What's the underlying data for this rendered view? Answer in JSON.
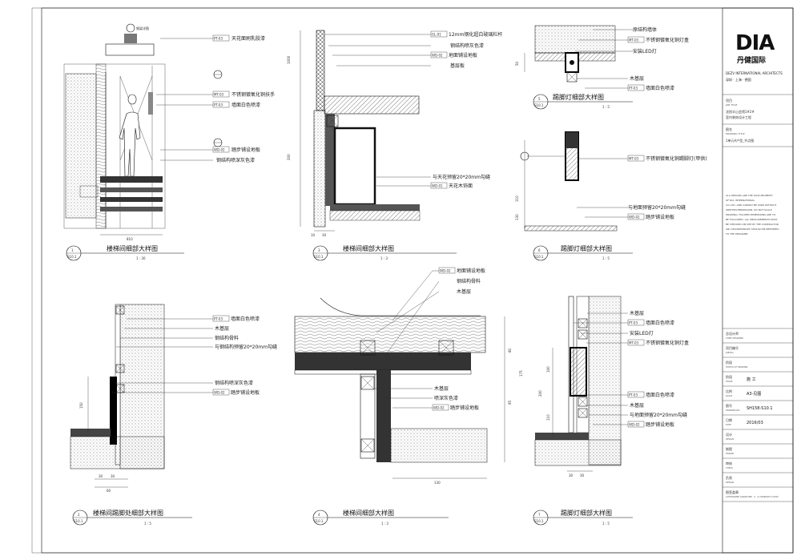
{
  "drawings": [
    {
      "num": "1",
      "sheet": "S10.1",
      "title": "楼梯间细部大样图",
      "scale": "1 : 30",
      "callouts": [
        {
          "tag": "PT-03",
          "text": "天花面刷乳胶漆"
        },
        {
          "tag": "MT-03",
          "text": "不锈钢镀氧化铜扶手"
        },
        {
          "tag": "PT-03",
          "text": "墙面白色喷漆"
        },
        {
          "tag": "WD-02",
          "text": "踏步铺设地板"
        },
        {
          "tag": "",
          "text": "钢结构喷深灰色漆"
        }
      ],
      "note": "钢梁详图",
      "dim": "810"
    },
    {
      "num": "3",
      "sheet": "S10.1",
      "title": "楼梯间细部大样图",
      "scale": "1 : 3",
      "callouts": [
        {
          "tag": "GL-01",
          "text": "12mm钢化超白玻璃栏杆"
        },
        {
          "tag": "",
          "text": "钢结构喷灰色漆"
        },
        {
          "tag": "WD-02",
          "text": "地面铺设地板"
        },
        {
          "tag": "",
          "text": "基层板"
        },
        {
          "tag": "",
          "text": "与天花预留20*20mm勾缝"
        },
        {
          "tag": "WD-01",
          "text": "天花木饰面"
        }
      ],
      "dims": [
        "1000",
        "200",
        "10",
        "30"
      ]
    },
    {
      "num": "5",
      "sheet": "S10.1",
      "title": "踢脚灯细部大样图",
      "scale": "1 : 5",
      "callouts": [
        {
          "tag": "",
          "text": "原结构墙体"
        },
        {
          "tag": "MT-03",
          "text": "不锈钢镀氧化铜灯盒"
        },
        {
          "tag": "",
          "text": "安装LED灯"
        },
        {
          "tag": "",
          "text": "木基层"
        },
        {
          "tag": "PT-03",
          "text": "墙面白色喷漆"
        }
      ],
      "dims": [
        "50"
      ]
    },
    {
      "num": "6",
      "sheet": "S10.1",
      "title": "踢脚灯细部大样图",
      "scale": "1 : 5",
      "callouts": [
        {
          "tag": "MT-03",
          "text": "不锈钢镀氧化铜踢脚灯(甲供)"
        },
        {
          "tag": "",
          "text": "与地面预留20*20mm勾缝"
        },
        {
          "tag": "WD-02",
          "text": "踏步铺设地板"
        }
      ],
      "dims": [
        "110",
        "130"
      ]
    },
    {
      "num": "2",
      "sheet": "S10.1",
      "title": "楼梯间踢脚处细部大样图",
      "scale": "1 : 5",
      "callouts": [
        {
          "tag": "PT-03",
          "text": "墙面白色喷漆"
        },
        {
          "tag": "",
          "text": "木基层"
        },
        {
          "tag": "",
          "text": "钢结构骨料"
        },
        {
          "tag": "",
          "text": "与钢结构预留20*20mm勾缝"
        },
        {
          "tag": "",
          "text": "钢结构喷深灰色漆"
        },
        {
          "tag": "WD-02",
          "text": "踏步铺设地板"
        }
      ],
      "dims": [
        "150",
        "30",
        "30",
        "60"
      ]
    },
    {
      "num": "4",
      "sheet": "S10.1",
      "title": "楼梯间细部大样图",
      "scale": "1 : 3",
      "callouts": [
        {
          "tag": "WD-02",
          "text": "地面铺设地板"
        },
        {
          "tag": "",
          "text": "钢结构骨料"
        },
        {
          "tag": "",
          "text": "木基层"
        },
        {
          "tag": "",
          "text": "木基层"
        },
        {
          "tag": "",
          "text": "喷深灰色漆"
        },
        {
          "tag": "WD-02",
          "text": "踏步铺设地板"
        }
      ],
      "dims": [
        "80",
        "175",
        "95",
        "130"
      ]
    },
    {
      "num": "7",
      "sheet": "S10.1",
      "title": "踢脚灯细部大样图",
      "scale": "1 : 5",
      "callouts": [
        {
          "tag": "",
          "text": "木基层"
        },
        {
          "tag": "PT-03",
          "text": "墙面白色喷漆"
        },
        {
          "tag": "",
          "text": "安装LED灯"
        },
        {
          "tag": "MT-03",
          "text": "不锈钢镀氧化铜灯盒"
        },
        {
          "tag": "PT-03",
          "text": "墙面白色喷漆"
        },
        {
          "tag": "",
          "text": "木基层"
        },
        {
          "tag": "",
          "text": "与地面预留20*20mm勾缝"
        },
        {
          "tag": "WD-02",
          "text": "踏步铺设地板"
        }
      ],
      "dims": [
        "100",
        "200",
        "110",
        "30",
        "30"
      ]
    }
  ],
  "title_block": {
    "logo": "DIA",
    "logo_sub": "丹健国际",
    "firm": "DEZV INTERNATIONAL ARCHITECTS",
    "cities": "深圳 · 上海 · 德国",
    "project_label": "项目",
    "project_label_en": "JOB TITLE",
    "project_1": "沈阳半山会馆1#2#",
    "project_2": "室内装饰设计工程",
    "drawing_label": "图名",
    "drawing_label_en": "DRAWING TITLE",
    "drawing_title": "1单元A户型_节点图",
    "notes": [
      "ALL DESIGNS ARE THE SOLE PROPERTY",
      "OF DIA. INTERNATIONAL",
      "CO.,LTD. AND CANNOT BE USED WITHOUT",
      "WRITTEN PERMISSION. DO NOT SCALE",
      "DRAWING. FIGURED DIMENSIONS ARE TO",
      "BE FOLLOWED. ALL MEASUREMENTS MUST",
      "BE CHECKED ON SITE BY THE CONTRACTOR",
      "ANY DISCREPANCIES SHOULD BE REPORTED",
      "TO THE DESIGNER"
    ],
    "rows": [
      {
        "zh": "总设计师",
        "en": "CHIEF DESIGNER",
        "val": ""
      },
      {
        "zh": "项目编号",
        "en": "JOB NO.",
        "val": ""
      },
      {
        "zh": "阶段",
        "en": "STATUS OF DRAWING",
        "val": ""
      },
      {
        "zh": "阶段",
        "en": "STAGE",
        "val": "施 工"
      },
      {
        "zh": "比例",
        "en": "SCALE",
        "val": "A3-见图"
      },
      {
        "zh": "图号",
        "en": "DRAWING NO.",
        "val": "SH158-S10.1"
      },
      {
        "zh": "日期",
        "en": "DATE",
        "val": "2016/03"
      },
      {
        "zh": "设计",
        "en": "DESIGN",
        "val": ""
      },
      {
        "zh": "制图",
        "en": "DRAWN",
        "val": ""
      },
      {
        "zh": "审核",
        "en": "CHECK",
        "val": ""
      },
      {
        "zh": "负责",
        "en": "DESIGN",
        "val": ""
      },
      {
        "zh": "图签盖章",
        "en": "AUTHORIZED SIGNATURE · S · & COMPANY'S CHOP",
        "val": ""
      }
    ]
  }
}
